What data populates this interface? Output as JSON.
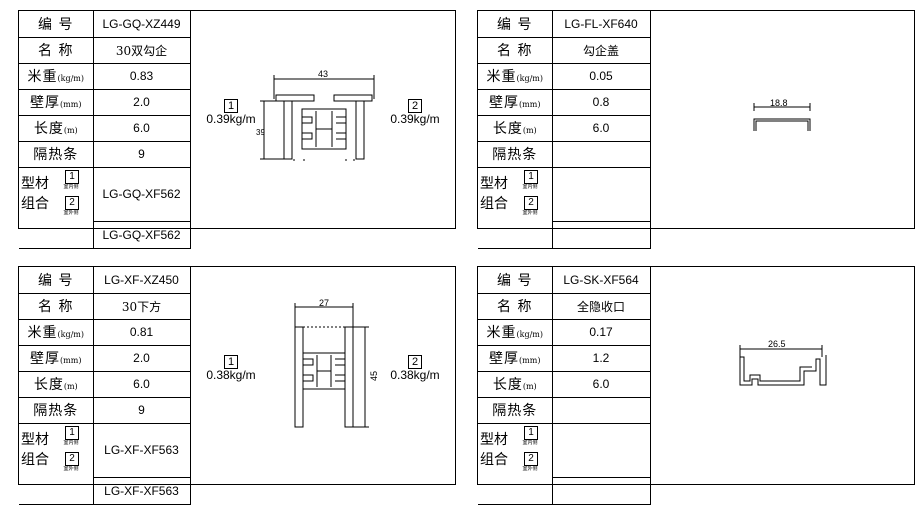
{
  "labels": {
    "code": "编 号",
    "name": "名 称",
    "weight": "米重",
    "weight_unit": "(kg/m)",
    "thickness": "壁厚",
    "thickness_unit": "(mm)",
    "length": "长度",
    "length_unit": "(m)",
    "strip": "隔热条",
    "combo_line1": "型材",
    "combo_line2": "组合",
    "inner_side": "室内侧",
    "outer_side": "室外侧",
    "idx1": "1",
    "idx2": "2"
  },
  "cards": [
    {
      "code": "LG-GQ-XZ449",
      "name": "30双勾企",
      "weight": "0.83",
      "thickness": "2.0",
      "length": "6.0",
      "strip": "9",
      "combo1": "LG-GQ-XF562",
      "combo2": "LG-GQ-XF562",
      "left_weight": "0.39kg/m",
      "right_weight": "0.39kg/m",
      "dims": {
        "width": "43",
        "height": "39"
      }
    },
    {
      "code": "LG-FL-XF640",
      "name": "勾企盖",
      "weight": "0.05",
      "thickness": "0.8",
      "length": "6.0",
      "strip": "",
      "combo1": "",
      "combo2": "",
      "dims": {
        "width": "18.8"
      }
    },
    {
      "code": "LG-XF-XZ450",
      "name": "30下方",
      "weight": "0.81",
      "thickness": "2.0",
      "length": "6.0",
      "strip": "9",
      "combo1": "LG-XF-XF563",
      "combo2": "LG-XF-XF563",
      "left_weight": "0.38kg/m",
      "right_weight": "0.38kg/m",
      "dims": {
        "width": "27",
        "height": "45"
      }
    },
    {
      "code": "LG-SK-XF564",
      "name": "全隐收口",
      "weight": "0.17",
      "thickness": "1.2",
      "length": "6.0",
      "strip": "",
      "combo1": "",
      "combo2": "",
      "dims": {
        "width": "26.5"
      }
    }
  ]
}
